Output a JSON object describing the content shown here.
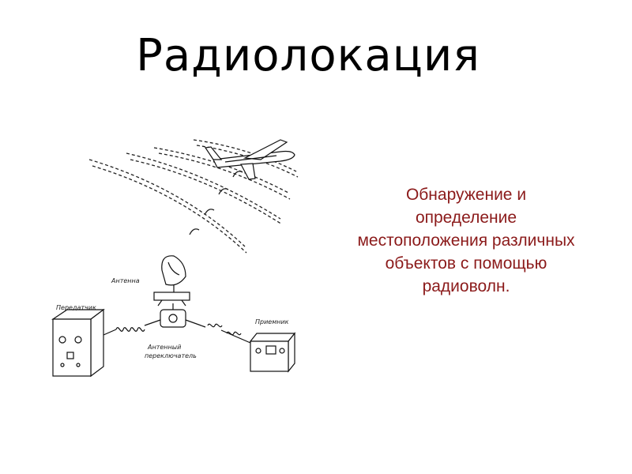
{
  "slide": {
    "title": "Радиолокация",
    "body_text": "Обнаружение и определение местоположения различных объектов с помощью радиоволн."
  },
  "figure": {
    "labels": {
      "antenna": "Антенна",
      "transmitter": "Передатчик",
      "receiver": "Приемник",
      "antenna_switch_1": "Антенный",
      "antenna_switch_2": "переключатель"
    }
  }
}
